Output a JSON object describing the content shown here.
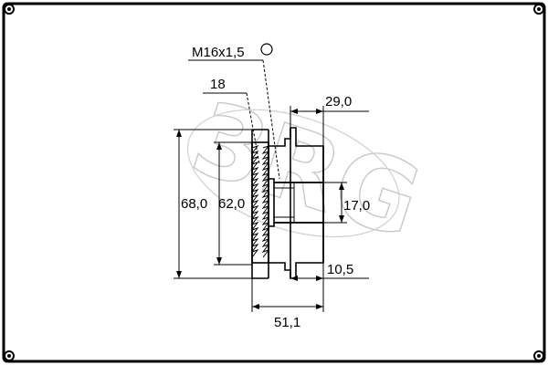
{
  "drawing": {
    "thread_label": "M16x1,5",
    "teeth_label": "18",
    "dim_top_width": "29,0",
    "dim_outer_diameter": "68,0",
    "dim_inner_diameter": "62,0",
    "dim_bore": "17,0",
    "dim_flange": "10,5",
    "dim_total_length": "51,1"
  },
  "watermark": {
    "text": "3RG"
  },
  "colors": {
    "line": "#000000",
    "frame": "#000000",
    "corner_screw": "#000000",
    "watermark": "#c8c8c8",
    "background": "#ffffff"
  },
  "icons": {
    "thread_marker": "open-circle-icon",
    "corners": "screw-icon"
  }
}
